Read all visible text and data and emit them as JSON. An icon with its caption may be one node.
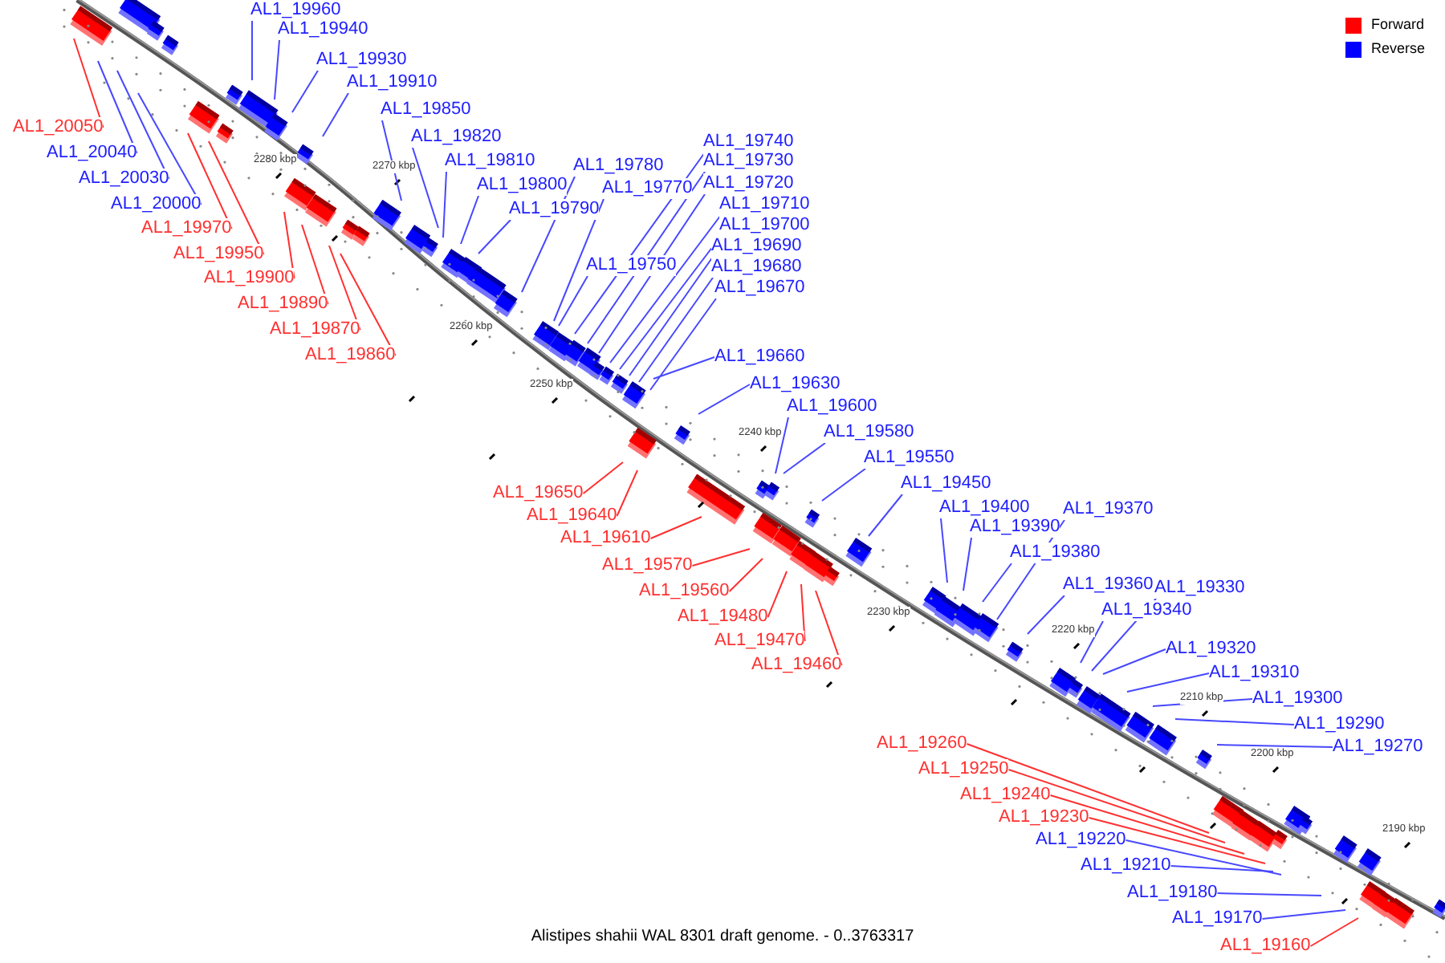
{
  "diagram": {
    "caption": "Alistipes shahii WAL 8301 draft genome. - 0..3763317",
    "nodes": [
      {
        "text": [
          "AL1_19960"
        ]
      },
      {
        "text": [
          "AL1_19940"
        ]
      },
      {
        "text": [
          "AL1_19930"
        ]
      },
      {
        "text": [
          "AL1_19910"
        ]
      },
      {
        "text": [
          "AL1_19850"
        ]
      },
      {
        "text": [
          "AL1_19820"
        ]
      },
      {
        "text": [
          "AL1_19810"
        ]
      },
      {
        "text": [
          "AL1_19800"
        ]
      },
      {
        "text": [
          "AL1_19790"
        ]
      },
      {
        "text": [
          "AL1_19780"
        ]
      },
      {
        "text": [
          "AL1_19770"
        ]
      },
      {
        "text": [
          "AL1_19750"
        ]
      },
      {
        "text": [
          "AL1_19740"
        ]
      },
      {
        "text": [
          "AL1_19730"
        ]
      },
      {
        "text": [
          "AL1_19720"
        ]
      },
      {
        "text": [
          "AL1_19710"
        ]
      },
      {
        "text": [
          "AL1_19700"
        ]
      },
      {
        "text": [
          "AL1_19690"
        ]
      },
      {
        "text": [
          "AL1_19680"
        ]
      },
      {
        "text": [
          "AL1_19670"
        ]
      },
      {
        "text": [
          "AL1_19660"
        ]
      },
      {
        "text": [
          "AL1_19630"
        ]
      },
      {
        "text": [
          "AL1_19600"
        ]
      },
      {
        "text": [
          "AL1_19580"
        ]
      },
      {
        "text": [
          "AL1_19550"
        ]
      },
      {
        "text": [
          "AL1_19450"
        ]
      },
      {
        "text": [
          "AL1_19400"
        ]
      },
      {
        "text": [
          "AL1_19390"
        ]
      },
      {
        "text": [
          "AL1_19370"
        ]
      },
      {
        "text": [
          "AL1_19380"
        ]
      },
      {
        "text": [
          "AL1_19360"
        ]
      },
      {
        "text": [
          "AL1_19330"
        ]
      },
      {
        "text": [
          "AL1_19340"
        ]
      },
      {
        "text": [
          "AL1_19320"
        ]
      },
      {
        "text": [
          "AL1_19310"
        ]
      },
      {
        "text": [
          "AL1_19300"
        ]
      },
      {
        "text": [
          "AL1_19290"
        ]
      },
      {
        "text": [
          "AL1_19270"
        ]
      },
      {
        "text": [
          "AL1_20050"
        ]
      },
      {
        "text": [
          "AL1_20040"
        ]
      },
      {
        "text": [
          "AL1_20030"
        ]
      },
      {
        "text": [
          "AL1_20000"
        ]
      },
      {
        "text": [
          "AL1_19970"
        ]
      },
      {
        "text": [
          "AL1_19950"
        ]
      },
      {
        "text": [
          "AL1_19900"
        ]
      },
      {
        "text": [
          "AL1_19890"
        ]
      },
      {
        "text": [
          "AL1_19870"
        ]
      },
      {
        "text": [
          "AL1_19860"
        ]
      },
      {
        "text": [
          "AL1_19650"
        ]
      },
      {
        "text": [
          "AL1_19640"
        ]
      },
      {
        "text": [
          "AL1_19610"
        ]
      },
      {
        "text": [
          "AL1_19570"
        ]
      },
      {
        "text": [
          "AL1_19560"
        ]
      },
      {
        "text": [
          "AL1_19480"
        ]
      },
      {
        "text": [
          "AL1_19470"
        ]
      },
      {
        "text": [
          "AL1_19460"
        ]
      },
      {
        "text": [
          "AL1_19260"
        ]
      },
      {
        "text": [
          "AL1_19250"
        ]
      },
      {
        "text": [
          "AL1_19240"
        ]
      },
      {
        "text": [
          "AL1_19230"
        ]
      },
      {
        "text": [
          "AL1_19220"
        ]
      },
      {
        "text": [
          "AL1_19210"
        ]
      },
      {
        "text": [
          "AL1_19180"
        ]
      },
      {
        "text": [
          "AL1_19170"
        ]
      },
      {
        "text": [
          "AL1_19160"
        ]
      }
    ],
    "edges": [
      {
        "from": 0,
        "to": null,
        "arrow": "none"
      },
      {
        "from": 1,
        "to": null,
        "arrow": "none"
      },
      {
        "from": 2,
        "to": null,
        "arrow": "none"
      },
      {
        "from": 3,
        "to": null,
        "arrow": "none"
      },
      {
        "from": 4,
        "to": null,
        "arrow": "none"
      },
      {
        "from": 5,
        "to": null,
        "arrow": "none"
      },
      {
        "from": 6,
        "to": null,
        "arrow": "none"
      },
      {
        "from": 7,
        "to": null,
        "arrow": "none"
      },
      {
        "from": 8,
        "to": null,
        "arrow": "none"
      },
      {
        "from": 9,
        "to": null,
        "arrow": "none"
      },
      {
        "from": 10,
        "to": null,
        "arrow": "none"
      },
      {
        "from": 11,
        "to": null,
        "arrow": "none"
      },
      {
        "from": 12,
        "to": null,
        "arrow": "none"
      },
      {
        "from": 13,
        "to": null,
        "arrow": "none"
      },
      {
        "from": 14,
        "to": null,
        "arrow": "none"
      },
      {
        "from": 15,
        "to": null,
        "arrow": "none"
      },
      {
        "from": 16,
        "to": null,
        "arrow": "none"
      },
      {
        "from": 17,
        "to": null,
        "arrow": "none"
      },
      {
        "from": 18,
        "to": null,
        "arrow": "none"
      },
      {
        "from": 19,
        "to": null,
        "arrow": "none"
      },
      {
        "from": 20,
        "to": null,
        "arrow": "none"
      },
      {
        "from": 21,
        "to": null,
        "arrow": "none"
      },
      {
        "from": 22,
        "to": null,
        "arrow": "none"
      },
      {
        "from": 23,
        "to": null,
        "arrow": "none"
      },
      {
        "from": 24,
        "to": null,
        "arrow": "none"
      },
      {
        "from": 25,
        "to": null,
        "arrow": "none"
      },
      {
        "from": 26,
        "to": null,
        "arrow": "none"
      },
      {
        "from": 27,
        "to": null,
        "arrow": "none"
      },
      {
        "from": 28,
        "to": null,
        "arrow": "none"
      },
      {
        "from": 29,
        "to": null,
        "arrow": "none"
      },
      {
        "from": 30,
        "to": null,
        "arrow": "none"
      },
      {
        "from": 31,
        "to": null,
        "arrow": "none"
      },
      {
        "from": 32,
        "to": null,
        "arrow": "none"
      },
      {
        "from": 33,
        "to": null,
        "arrow": "none"
      },
      {
        "from": 34,
        "to": null,
        "arrow": "none"
      },
      {
        "from": 35,
        "to": null,
        "arrow": "none"
      },
      {
        "from": 36,
        "to": null,
        "arrow": "none"
      },
      {
        "from": 37,
        "to": null,
        "arrow": "none"
      },
      {
        "from": 38,
        "to": null,
        "arrow": "none",
        "color": "#ff3030"
      },
      {
        "from": 39,
        "to": null,
        "arrow": "none"
      },
      {
        "from": 40,
        "to": null,
        "arrow": "none"
      },
      {
        "from": 41,
        "to": null,
        "arrow": "none"
      },
      {
        "from": 42,
        "to": null,
        "arrow": "none",
        "color": "#ff3030"
      },
      {
        "from": 43,
        "to": null,
        "arrow": "none",
        "color": "#ff3030"
      },
      {
        "from": 44,
        "to": null,
        "arrow": "none",
        "color": "#ff3030"
      },
      {
        "from": 45,
        "to": null,
        "arrow": "none",
        "color": "#ff3030"
      },
      {
        "from": 46,
        "to": null,
        "arrow": "none",
        "color": "#ff3030"
      },
      {
        "from": 47,
        "to": null,
        "arrow": "none",
        "color": "#ff3030"
      },
      {
        "from": 48,
        "to": null,
        "arrow": "none",
        "color": "#ff3030"
      },
      {
        "from": 49,
        "to": null,
        "arrow": "none",
        "color": "#ff3030"
      },
      {
        "from": 50,
        "to": null,
        "arrow": "none",
        "color": "#ff3030"
      },
      {
        "from": 51,
        "to": null,
        "arrow": "none",
        "color": "#ff3030"
      },
      {
        "from": 52,
        "to": null,
        "arrow": "none",
        "color": "#ff3030"
      },
      {
        "from": 53,
        "to": null,
        "arrow": "none",
        "color": "#ff3030"
      },
      {
        "from": 54,
        "to": null,
        "arrow": "none",
        "color": "#ff3030"
      },
      {
        "from": 55,
        "to": null,
        "arrow": "none",
        "color": "#ff3030"
      },
      {
        "from": 56,
        "to": null,
        "arrow": "none",
        "color": "#ff3030"
      },
      {
        "from": 57,
        "to": null,
        "arrow": "none",
        "color": "#ff3030"
      },
      {
        "from": 58,
        "to": null,
        "arrow": "none",
        "color": "#ff3030"
      },
      {
        "from": 59,
        "to": null,
        "arrow": "none",
        "color": "#ff3030"
      },
      {
        "from": 60,
        "to": null,
        "arrow": "none"
      },
      {
        "from": 61,
        "to": null,
        "arrow": "none"
      },
      {
        "from": 62,
        "to": null,
        "arrow": "none"
      },
      {
        "from": 63,
        "to": null,
        "arrow": "none"
      },
      {
        "from": 64,
        "to": null,
        "arrow": "none",
        "color": "#ff3030"
      }
    ],
    "labels": [
      "2280 kbp",
      "2270 kbp",
      "2260 kbp",
      "2250 kbp",
      "2240 kbp",
      "2230 kbp",
      "2220 kbp",
      "2210 kbp",
      "2200 kbp",
      "2190 kbp"
    ],
    "legend": [
      {
        "text": "Forward",
        "color": "#ff0000"
      },
      {
        "text": "Reverse",
        "color": "#0000ff"
      }
    ]
  }
}
